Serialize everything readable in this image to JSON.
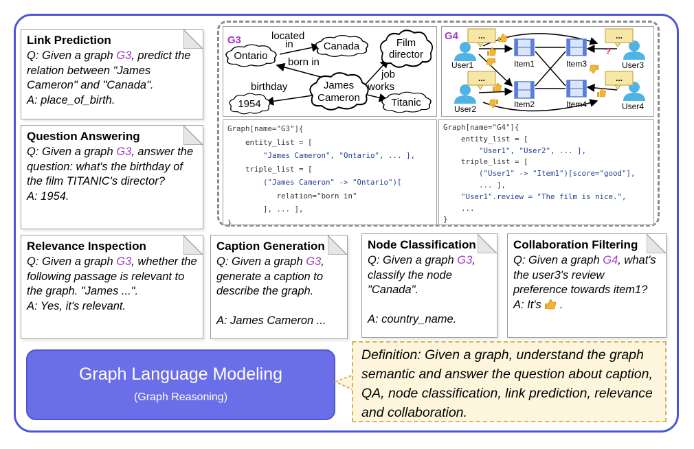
{
  "tasks": {
    "link_prediction": {
      "title": "Link Prediction",
      "q_prefix": "Q: Given a graph ",
      "graph": "G3",
      "q_suffix": ", predict the relation between \"James Cameron\" and \"Canada\".",
      "answer": "A: place_of_birth."
    },
    "question_answering": {
      "title": "Question Answering",
      "q_prefix": "Q: Given a graph ",
      "graph": "G3",
      "q_suffix": ", answer the question: what's the birthday of the film TITANIC's director?",
      "answer": "A: 1954."
    },
    "relevance_inspection": {
      "title": "Relevance Inspection",
      "q_prefix": "Q: Given a graph ",
      "graph": "G3",
      "q_suffix": ", whether the following passage is relevant to the graph. \"James ...\".",
      "answer": "A: Yes, it's relevant."
    },
    "caption_generation": {
      "title": "Caption Generation",
      "q_prefix": "Q: Given a graph ",
      "graph": "G3",
      "q_suffix": ", generate a caption to describe the graph.",
      "answer": "A: James Cameron ..."
    },
    "node_classification": {
      "title": "Node Classification",
      "q_prefix": "Q: Given a graph ",
      "graph": "G3",
      "q_suffix": ", classify the node \"Canada\".",
      "answer": "A: country_name."
    },
    "collaboration_filtering": {
      "title": "Collaboration Filtering",
      "q_prefix": "Q: Given a graph ",
      "graph": "G4",
      "q_suffix": ", what's the user3's review preference towards item1?",
      "answer_prefix": "A: It's ",
      "answer_suffix": " ."
    }
  },
  "g3_graph": {
    "label": "G3",
    "nodes": [
      "Ontario",
      "Canada",
      "Film director",
      "James Cameron",
      "1954",
      "Titanic"
    ],
    "edges": [
      "located in",
      "born in",
      "job works",
      "birthday"
    ]
  },
  "g4_graph": {
    "label": "G4",
    "users": [
      "User1",
      "User2",
      "User3",
      "User4"
    ],
    "items": [
      "Item1",
      "Item2",
      "Item3",
      "Item4"
    ],
    "bubble_text": "...",
    "unknown_mark": "?"
  },
  "code_g3": {
    "lines": [
      "Graph[name=\"G3\"]{",
      "    entity_list = [",
      "        \"James Cameron\", \"Ontario\", ... ],",
      "    triple_list = [",
      "        (\"James Cameron\" -> \"Ontario\")[",
      "           relation=\"born in\"",
      "        ], ... ],",
      "}"
    ]
  },
  "code_g4": {
    "lines": [
      "Graph[name=\"G4\"]{",
      "    entity_list = [",
      "        \"User1\", \"User2\", ... ],",
      "    triple_list = [",
      "        (\"User1\" -> \"Item1\")[score=\"good\"],",
      "        ... ],",
      "    \"User1\".review = \"The film is nice.\",",
      "    ...",
      "}"
    ]
  },
  "main_box": {
    "title": "Graph Language Modeling",
    "subtitle": "(Graph Reasoning)"
  },
  "definition": "Definition: Given a graph, understand the graph semantic and answer the question about caption, QA, node classification, link prediction, relevance and collaboration.",
  "colors": {
    "frame": "#4b55d6",
    "accent_purple": "#a437c8",
    "main_box": "#6a6ee8",
    "definition_bg": "#fdf6dc",
    "definition_border": "#d2b45a",
    "user_icon": "#4fb3e6",
    "item_icon": "#5b7fd6"
  }
}
